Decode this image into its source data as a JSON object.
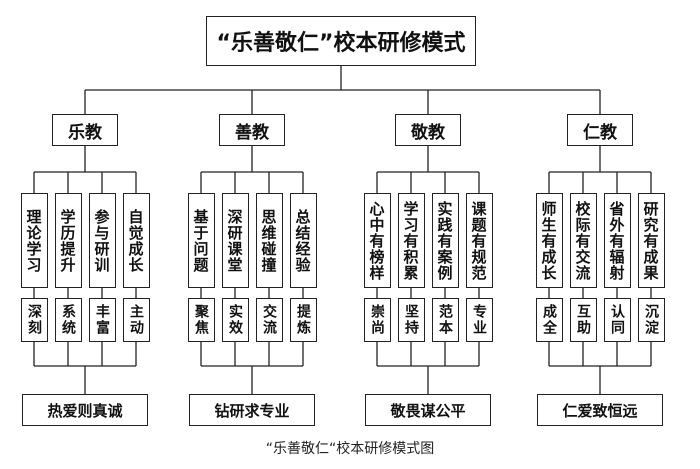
{
  "title": "“乐善敬仁”校本研修模式",
  "caption": "“乐善敬仁“校本研修模式图",
  "branches": [
    {
      "label": "乐教",
      "subs": [
        "理论学习",
        "学历提升",
        "参与研训",
        "自觉成长"
      ],
      "words": [
        "深刻",
        "系统",
        "丰富",
        "主动"
      ],
      "motto": "热爱则真诚"
    },
    {
      "label": "善教",
      "subs": [
        "基于问题",
        "深研课堂",
        "思维碰撞",
        "总结经验"
      ],
      "words": [
        "聚焦",
        "实效",
        "交流",
        "提炼"
      ],
      "motto": "钻研求专业"
    },
    {
      "label": "敬教",
      "subs": [
        "心中有榜样",
        "学习有积累",
        "实践有案例",
        "课题有规范"
      ],
      "words": [
        "崇尚",
        "坚持",
        "范本",
        "专业"
      ],
      "motto": "敬畏谋公平"
    },
    {
      "label": "仁教",
      "subs": [
        "师生有成长",
        "校际有交流",
        "省外有辐射",
        "研究有成果"
      ],
      "words": [
        "成全",
        "互助",
        "认同",
        "沉淀"
      ],
      "motto": "仁爱致恒远"
    }
  ]
}
